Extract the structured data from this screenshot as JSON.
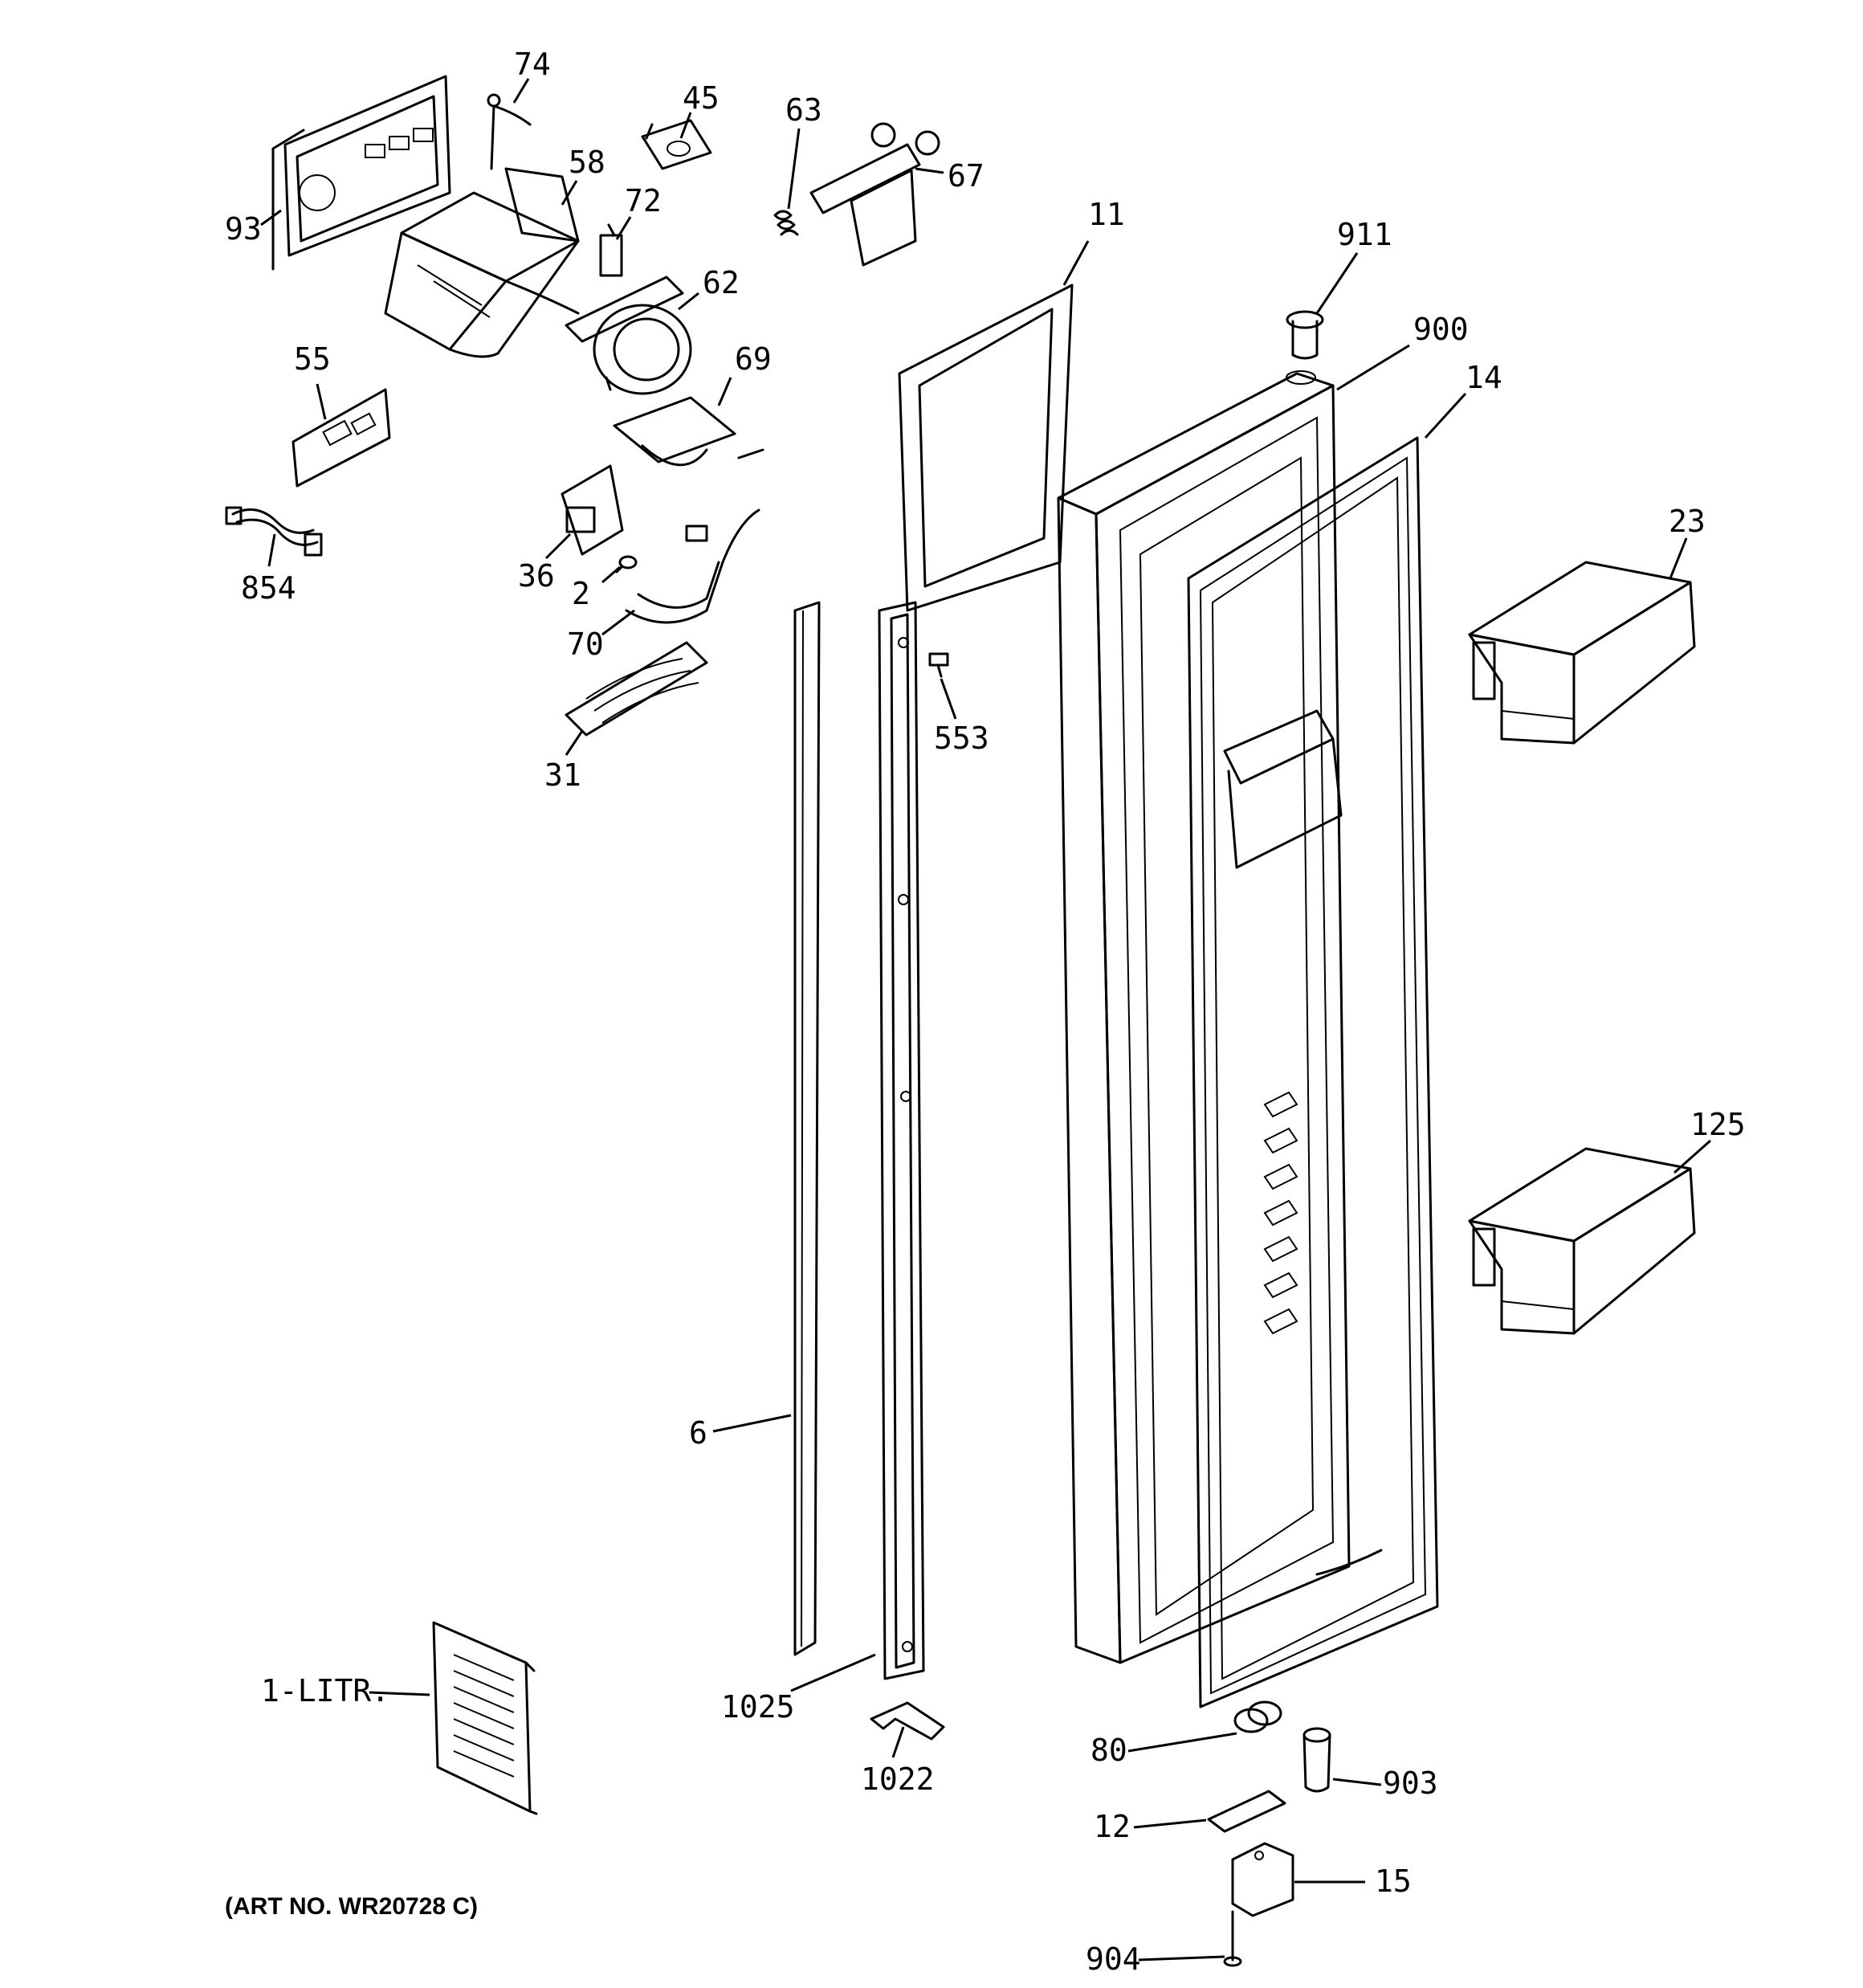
{
  "diagram": {
    "art_number": "(ART NO. WR20728 C)",
    "callouts": [
      {
        "id": "74",
        "text": "74"
      },
      {
        "id": "45",
        "text": "45"
      },
      {
        "id": "63",
        "text": "63"
      },
      {
        "id": "67",
        "text": "67"
      },
      {
        "id": "93",
        "text": "93"
      },
      {
        "id": "58",
        "text": "58"
      },
      {
        "id": "72",
        "text": "72"
      },
      {
        "id": "62",
        "text": "62"
      },
      {
        "id": "11",
        "text": "11"
      },
      {
        "id": "911",
        "text": "911"
      },
      {
        "id": "900",
        "text": "900"
      },
      {
        "id": "14",
        "text": "14"
      },
      {
        "id": "55",
        "text": "55"
      },
      {
        "id": "69",
        "text": "69"
      },
      {
        "id": "23",
        "text": "23"
      },
      {
        "id": "854",
        "text": "854"
      },
      {
        "id": "36",
        "text": "36"
      },
      {
        "id": "2",
        "text": "2"
      },
      {
        "id": "70",
        "text": "70"
      },
      {
        "id": "553",
        "text": "553"
      },
      {
        "id": "31",
        "text": "31"
      },
      {
        "id": "125",
        "text": "125"
      },
      {
        "id": "6",
        "text": "6"
      },
      {
        "id": "1-LITR",
        "text": "1-LITR."
      },
      {
        "id": "1025",
        "text": "1025"
      },
      {
        "id": "1022",
        "text": "1022"
      },
      {
        "id": "80",
        "text": "80"
      },
      {
        "id": "903",
        "text": "903"
      },
      {
        "id": "12",
        "text": "12"
      },
      {
        "id": "15",
        "text": "15"
      },
      {
        "id": "904",
        "text": "904"
      }
    ]
  }
}
